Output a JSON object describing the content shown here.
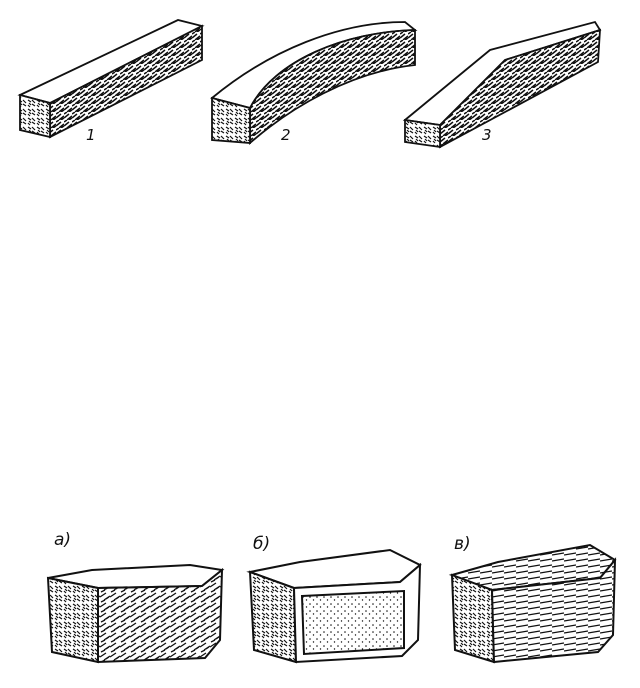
{
  "figure_top": {
    "labels": [
      "1",
      "2",
      "3"
    ]
  },
  "figure_bottom": {
    "labels": [
      "а)",
      "б)",
      "в)"
    ]
  },
  "colors": {
    "ink": "#111111",
    "paper": "#ffffff"
  }
}
